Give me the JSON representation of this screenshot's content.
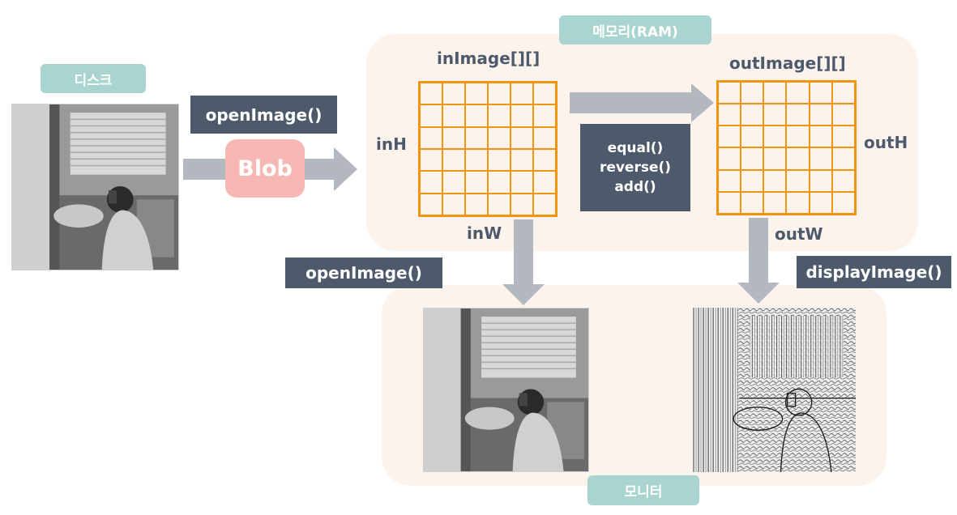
{
  "disk": {
    "label": "디스크"
  },
  "memory": {
    "label": "메모리(RAM)"
  },
  "monitor": {
    "label": "모니터"
  },
  "blob": {
    "label": "Blob"
  },
  "functions": {
    "open_image_top": "openImage()",
    "open_image_bottom": "openImage()",
    "display_image": "displayImage()",
    "equal": "equal()",
    "reverse": "reverse()",
    "add": "add()"
  },
  "in_array": {
    "name": "inImage[][]",
    "height": "inH",
    "width": "inW"
  },
  "out_array": {
    "name": "outImage[][]",
    "height": "outH",
    "width": "outW"
  },
  "colors": {
    "tag": "#a9d4cf",
    "dark_box": "#4d5a6b",
    "arrow": "#b3b7c0",
    "grid": "#f0950e",
    "panel": "#fdf3ed",
    "blob": "#f7b8b4"
  }
}
